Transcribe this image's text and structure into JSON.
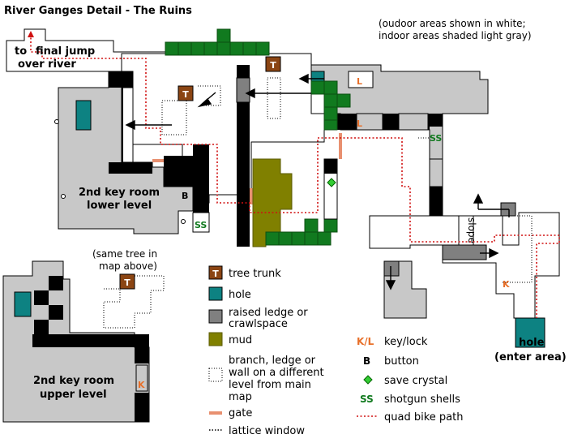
{
  "title": "River Ganges Detail - The Ruins",
  "note": {
    "line1": "(oudoor areas shown in white;",
    "line2": "indoor areas shaded light gray)"
  },
  "labels": {
    "final_jump_to": "to",
    "final_jump_1": "final jump",
    "final_jump_2": "over river",
    "key_room_lower_1": "2nd key room",
    "key_room_lower_2": "lower level",
    "key_room_upper_1": "2nd key room",
    "key_room_upper_2": "upper level",
    "same_tree_1": "(same tree in",
    "same_tree_2": "map above)",
    "slope": "slope",
    "hole": "hole",
    "enter_area": "(enter area)"
  },
  "markers": {
    "tree": "T",
    "button": "B",
    "shells": "SS",
    "key": "K",
    "lock": "L"
  },
  "legend": [
    {
      "name": "legend-tree-trunk",
      "label": "tree trunk"
    },
    {
      "name": "legend-hole",
      "label": "hole"
    },
    {
      "name": "legend-raised-ledge",
      "label": "raised ledge or",
      "label2": "crawlspace"
    },
    {
      "name": "legend-mud",
      "label": "mud"
    },
    {
      "name": "legend-branch",
      "label": "branch, ledge or",
      "label2": "wall on a different",
      "label3": "level from main",
      "label4": "map"
    },
    {
      "name": "legend-gate",
      "label": "gate"
    },
    {
      "name": "legend-lattice",
      "label": "lattice window"
    },
    {
      "name": "legend-key-lock",
      "symbol": "K/L",
      "label": "key/lock"
    },
    {
      "name": "legend-button",
      "symbol": "B",
      "label": "button"
    },
    {
      "name": "legend-save",
      "label": "save crystal"
    },
    {
      "name": "legend-shells",
      "symbol": "SS",
      "label": "shotgun shells"
    },
    {
      "name": "legend-quad",
      "label": "quad bike path"
    }
  ],
  "colors": {
    "indoor": "#c8c8c8",
    "vegetation": "#117a1f",
    "hole": "#0d8282",
    "mud": "#808000",
    "ledge": "#808080",
    "tree": "#8b4513",
    "gate": "#e89070",
    "key_lock": "#e8702a",
    "quad_path": "#d01010",
    "save_crystal": "#33cc33"
  }
}
